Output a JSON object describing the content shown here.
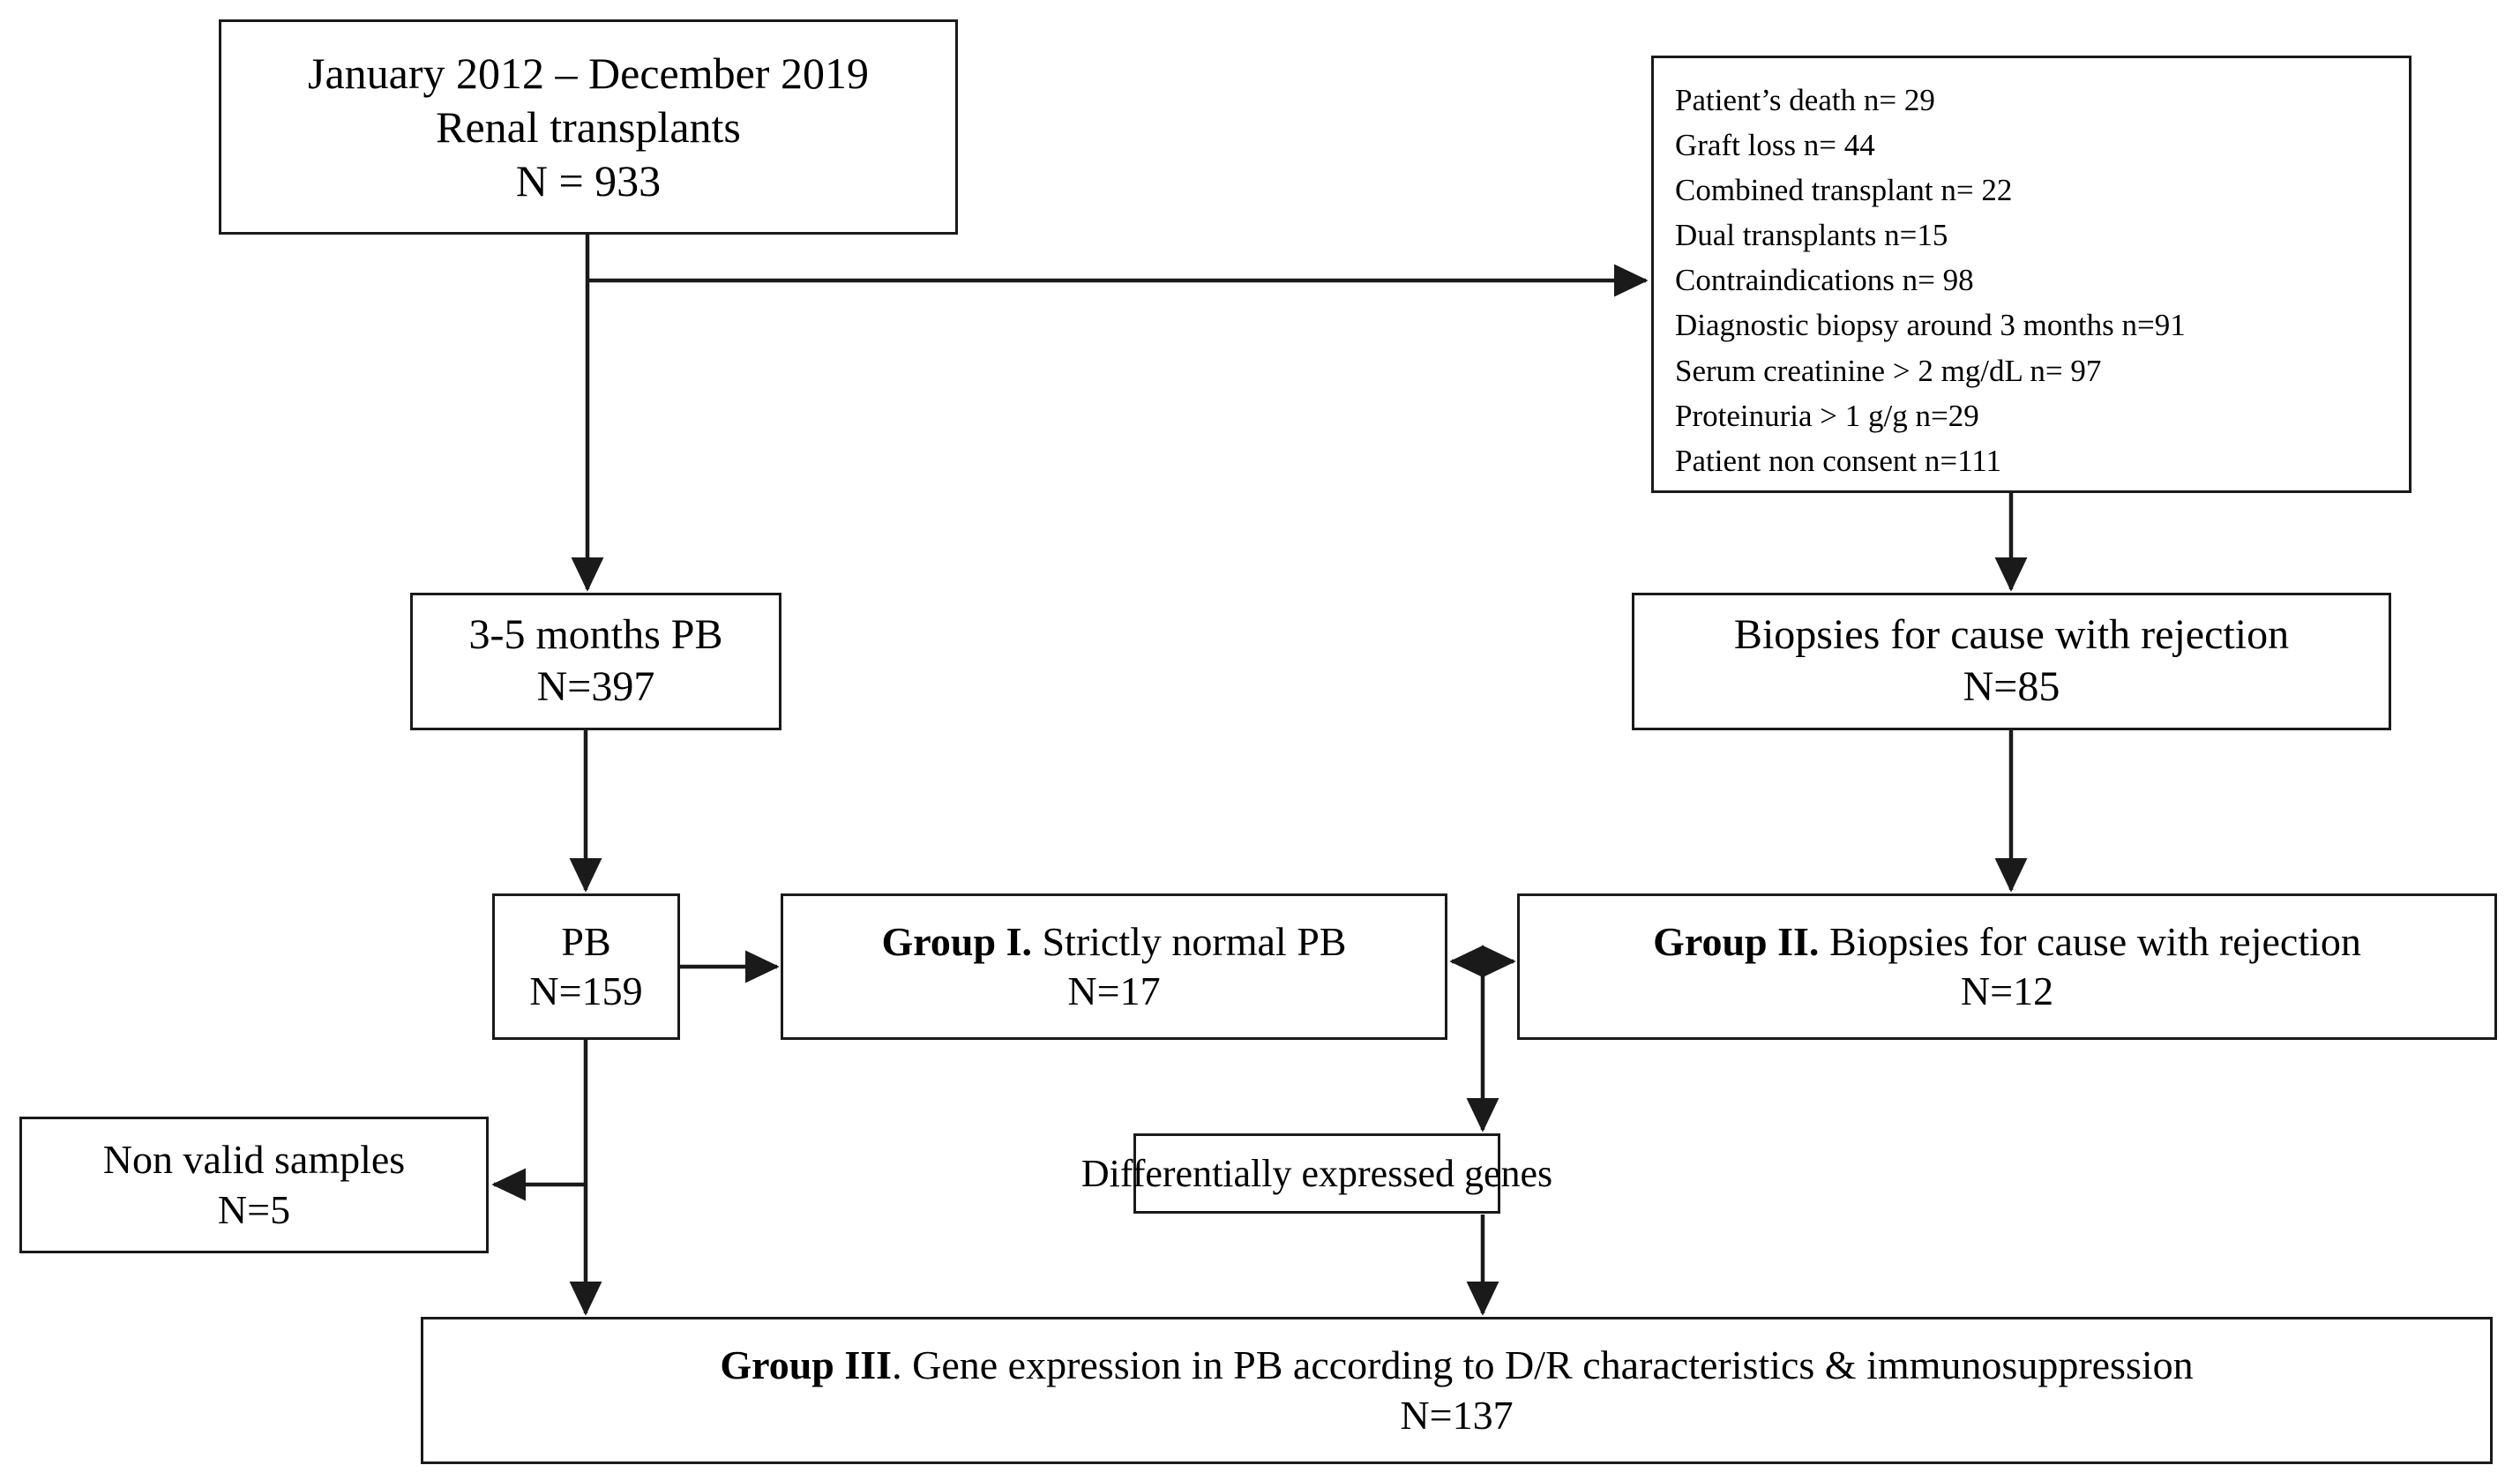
{
  "diagram": {
    "title": "Renal transplant study flow diagram",
    "line_color": "#1a1a1a",
    "background": "#ffffff"
  },
  "boxes": {
    "cohort": {
      "name": "study-period-cohort",
      "lines": [
        "January 2012 – December 2019",
        "Renal transplants",
        "N = 933"
      ]
    },
    "exclusions": {
      "name": "exclusion-criteria",
      "items": [
        "Patient’s death n= 29",
        "Graft loss n= 44",
        "Combined transplant n= 22",
        "Dual transplants n=15",
        "Contraindications  n= 98",
        "Diagnostic biopsy around 3 months n=91",
        "Serum creatinine > 2 mg/dL n= 97",
        "Proteinuria > 1 g/g n=29",
        "Patient non consent n=111"
      ]
    },
    "pb_3_5_months": {
      "name": "pb-3-5-months",
      "lines": [
        "3-5 months PB",
        "N=397"
      ]
    },
    "biopsies_for_cause": {
      "name": "biopsies-for-cause-with-rejection",
      "lines": [
        "Biopsies for cause with rejection",
        "N=85"
      ]
    },
    "pb": {
      "name": "pb-samples",
      "lines": [
        "PB",
        "N=159"
      ]
    },
    "group1": {
      "name": "group-i-strictly-normal-pb",
      "label": "Group I.",
      "rest": " Strictly normal PB",
      "count": "N=17"
    },
    "group2": {
      "name": "group-ii-biopsies-for-cause-with-rejection",
      "label": "Group II.",
      "rest": " Biopsies for cause with rejection",
      "count": "N=12"
    },
    "non_valid": {
      "name": "non-valid-samples",
      "lines": [
        "Non valid samples",
        "N=5"
      ]
    },
    "degs": {
      "name": "differentially-expressed-genes",
      "lines": [
        "Differentially expressed genes"
      ]
    },
    "group3": {
      "name": "group-iii-gene-expression",
      "label": "Group III",
      "rest": ". Gene expression in PB according to D/R characteristics & immunosuppression",
      "count": "N=137"
    }
  },
  "connectors": [
    {
      "name": "cohort-to-exclusions",
      "type": "arrow-right"
    },
    {
      "name": "cohort-to-pb-3-5-months",
      "type": "arrow-down"
    },
    {
      "name": "exclusions-to-biopsies-for-cause",
      "type": "arrow-down"
    },
    {
      "name": "pb-3-5-months-to-pb",
      "type": "arrow-down"
    },
    {
      "name": "pb-to-group-i",
      "type": "arrow-right"
    },
    {
      "name": "biopsies-for-cause-to-group-ii",
      "type": "arrow-down"
    },
    {
      "name": "group-i-group-ii-bidirectional",
      "type": "arrow-both"
    },
    {
      "name": "groups-to-degs",
      "type": "arrow-down"
    },
    {
      "name": "pb-to-non-valid-samples",
      "type": "arrow-left"
    },
    {
      "name": "pb-to-group-iii",
      "type": "arrow-down"
    },
    {
      "name": "degs-to-group-iii",
      "type": "arrow-down"
    }
  ]
}
